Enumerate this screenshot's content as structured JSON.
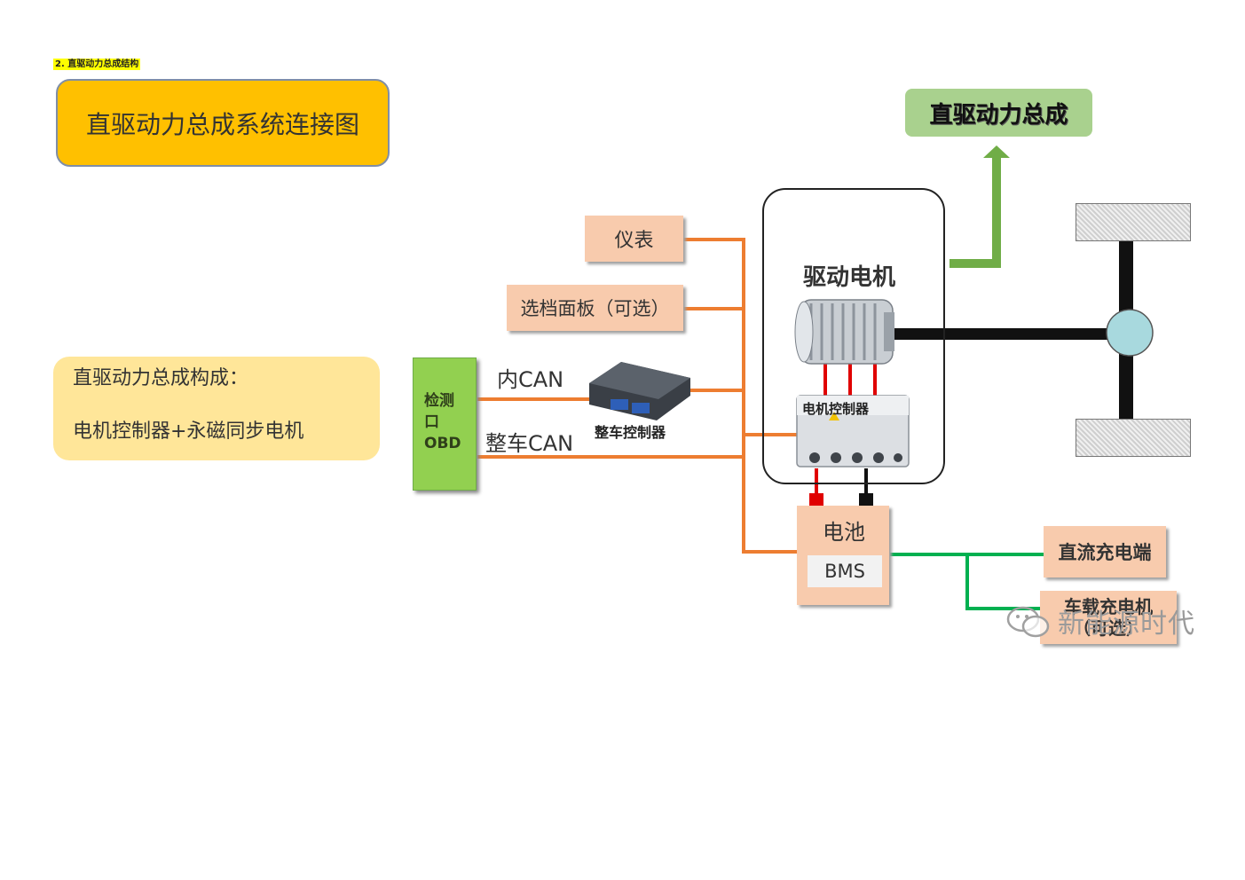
{
  "section_heading": "2. 直驱动力总成结构",
  "title": "直驱动力总成系统连接图",
  "composition": {
    "line1": "直驱动力总成构成：",
    "line2": "电机控制器+永磁同步电机"
  },
  "output_label": "直驱动力总成",
  "nodes": {
    "instrument": "仪表",
    "gear_panel": "选档面板（可选）",
    "motor": "驱动电机",
    "motor_controller": "电机控制器",
    "vehicle_controller": "整车控制器",
    "battery": "电池",
    "bms": "BMS",
    "dc_charge": "直流充电端",
    "onboard_charger_l1": "车载充电机",
    "onboard_charger_l2": "（可选）"
  },
  "obd": {
    "line1": "检测",
    "line2": "口",
    "line3": "OBD"
  },
  "links": {
    "inner_can": "内CAN",
    "vehicle_can": "整车CAN"
  },
  "watermark": "新能源时代",
  "colors": {
    "can_line": "#ed7d31",
    "charge_line": "#00b050",
    "output_arrow": "#70ad47",
    "title_fill": "#ffc000",
    "obd_fill": "#92d050"
  }
}
